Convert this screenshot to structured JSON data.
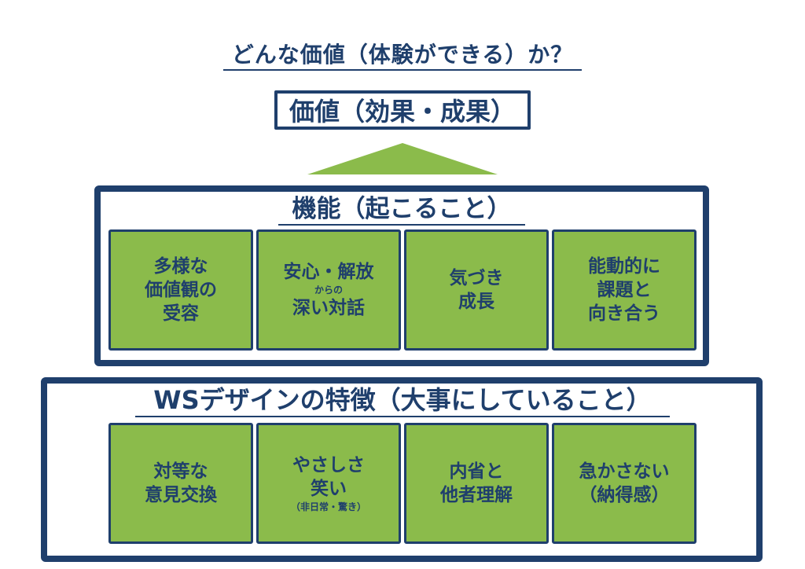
{
  "header": {
    "question": "どんな価値（体験ができる）か？"
  },
  "value_box": {
    "label": "価値（効果・成果）"
  },
  "colors": {
    "navy": "#1f3f6c",
    "green": "#8bbb4b"
  },
  "functions": {
    "title": "機能（起こること）",
    "cards": [
      {
        "lines": [
          "多様な",
          "価値観の",
          "受容"
        ]
      },
      {
        "line1": "安心・解放",
        "line2": "からの",
        "line3": "深い対話"
      },
      {
        "lines": [
          "気づき",
          "成長"
        ]
      },
      {
        "lines": [
          "能動的に",
          "課題と",
          "向き合う"
        ]
      }
    ]
  },
  "features": {
    "title": "WSデザインの特徴（大事にしていること）",
    "cards": [
      {
        "lines": [
          "対等な",
          "意見交換"
        ]
      },
      {
        "line1": "やさしさ",
        "line2": "笑い",
        "line3": "（非日常・驚き）"
      },
      {
        "lines": [
          "内省と",
          "他者理解"
        ]
      },
      {
        "lines": [
          "急かさない",
          "（納得感）"
        ]
      }
    ]
  }
}
